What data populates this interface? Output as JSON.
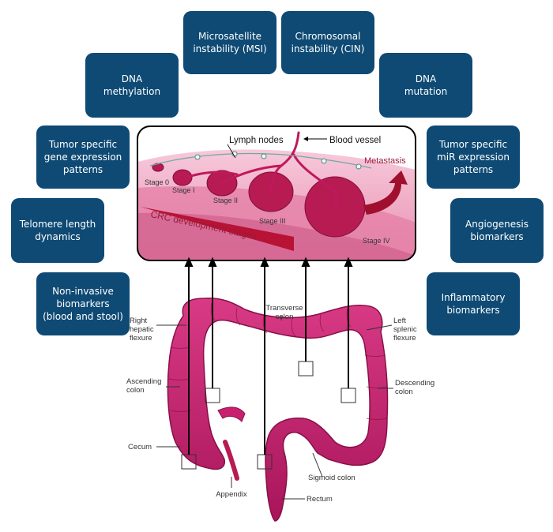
{
  "biomarkers": {
    "msi": "Microsatellite\ninstability (MSI)",
    "cin": "Chromosomal\ninstability (CIN)",
    "dna_methylation": "DNA\nmethylation",
    "dna_mutation": "DNA\nmutation",
    "tumor_gene": "Tumor specific\ngene expression\npatterns",
    "tumor_mir": "Tumor specific\nmiR expression\npatterns",
    "telomere": "Telomere length\ndynamics",
    "angiogenesis": "Angiogenesis\nbiomarkers",
    "noninvasive": "Non-invasive\nbiomarkers\n(blood and stool)",
    "inflammatory": "Inflammatory\nbiomarkers"
  },
  "inset": {
    "lymph_nodes": "Lymph nodes",
    "blood_vessel": "Blood vessel",
    "metastasis": "Metastasis",
    "stage0": "Stage 0",
    "stage1": "Stage I",
    "stage2": "Stage  II",
    "stage3": "Stage  III",
    "stage4": "Stage IV",
    "crc_stages": "CRC development stages"
  },
  "colon_labels": {
    "right_hepatic": "Right\nhepatic\nflexure",
    "transverse": "Transverse\ncolon",
    "left_splenic": "Left\nsplenic\nflexure",
    "ascending": "Ascending\ncolon",
    "descending": "Descending\ncolon",
    "cecum": "Cecum",
    "sigmoid": "Sigmoid colon",
    "appendix": "Appendix",
    "rectum": "Rectum"
  },
  "colors": {
    "box": "#0e4a74",
    "colon": "#c8206f",
    "tissue": "#f4b7cd",
    "tumor": "#b71b52",
    "metastasis_arrow": "#a0102e"
  }
}
